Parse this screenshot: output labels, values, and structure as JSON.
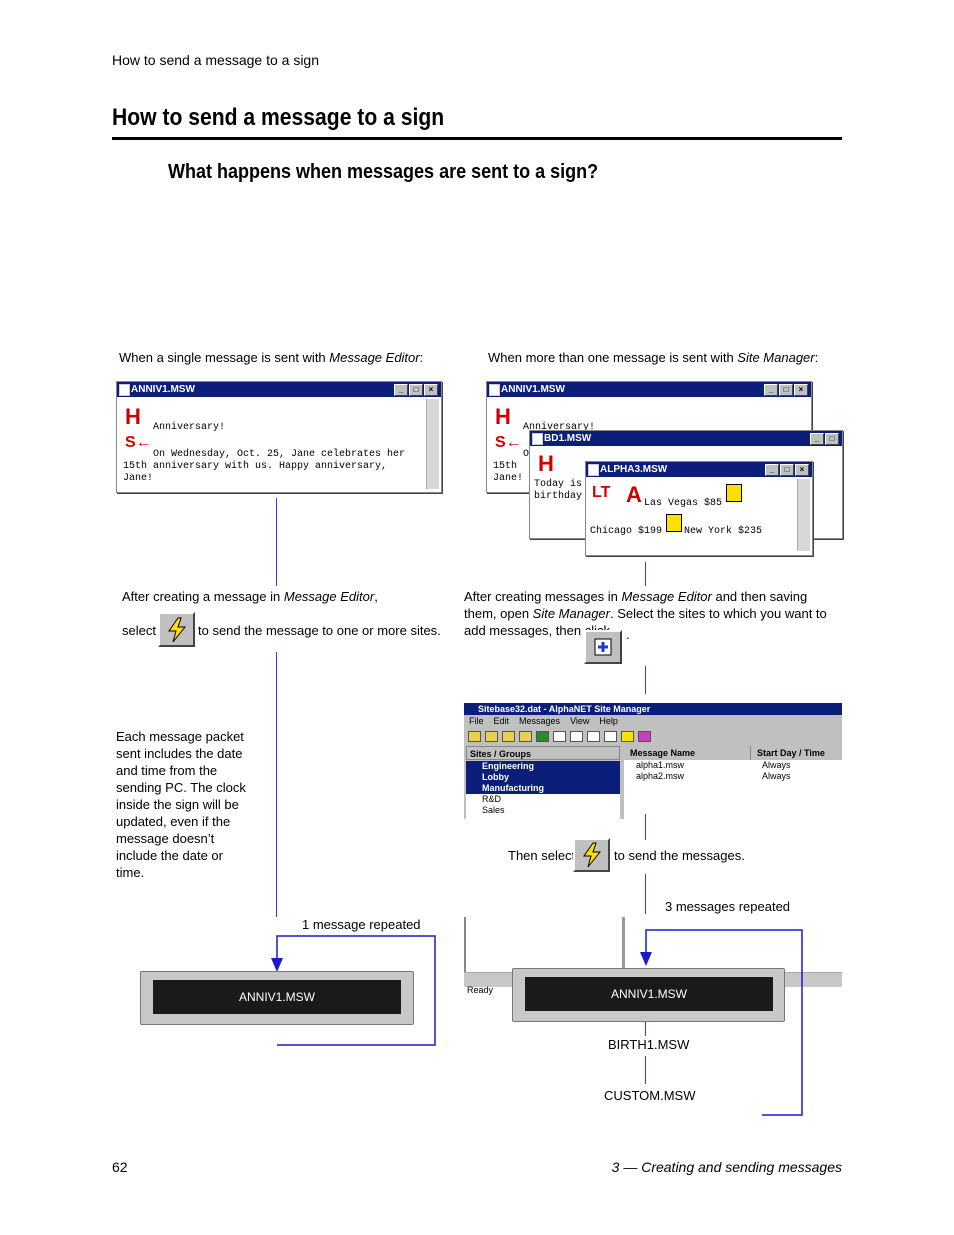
{
  "page": {
    "running_header": "How to send a message to a sign",
    "title": "How to send a message to a sign",
    "subtitle": "What happens when messages are sent to a sign?",
    "page_number": "62",
    "chapter": "3 — Creating and sending messages"
  },
  "left": {
    "caption_pre": "When a single message is sent with ",
    "caption_app": "Message Editor",
    "caption_post": ":",
    "window_title": "ANNIV1.MSW",
    "msg_line1": "Anniversary!",
    "msg_line2": "On Wednesday, Oct. 25, Jane celebrates her",
    "msg_line3": "15th anniversary with us. Happy anniversary,",
    "msg_line4": "Jane!",
    "after_pre": "After creating a message in ",
    "after_app": "Message Editor",
    "after_post": ",",
    "select_label": "select",
    "select_post": "to send the message to one or more sites.",
    "packet_note": "Each message packet sent includes the date and time from the sending PC. The clock inside the sign will be updated, even if the message doesn’t include the date or time.",
    "repeat_label": "1 message repeated",
    "sign_text": "ANNIV1.MSW"
  },
  "right": {
    "caption_pre": "When more than one message is sent with ",
    "caption_app": "Site Manager",
    "caption_post": ":",
    "win1_title": "ANNIV1.MSW",
    "win1_line1": "Anniversary!",
    "win1_line2": "O",
    "win1_line3": "15th",
    "win1_line4": "Jane!",
    "win2_title": "BD1.MSW",
    "win2_line1": "Today is",
    "win2_line2": "birthday",
    "win3_title": "ALPHA3.MSW",
    "win3_text1": "Las Vegas $85",
    "win3_text2": "Chicago $199",
    "win3_text3": "New York $235",
    "after_text": "After creating messages in ",
    "after_app1": "Message Editor",
    "after_mid": " and then saving them, open ",
    "after_app2": "Site Manager",
    "after_post": ". Select the sites to which you want to add messages, then click",
    "after_end": ".",
    "sm_title": "Sitebase32.dat - AlphaNET Site Manager",
    "menu": [
      "File",
      "Edit",
      "Messages",
      "View",
      "Help"
    ],
    "sites_header": "Sites / Groups",
    "sites": [
      "Engineering",
      "Lobby",
      "Manufacturing",
      "R&D",
      "Sales"
    ],
    "col_msg": "Message Name",
    "col_start": "Start Day / Time",
    "rows": [
      {
        "name": "alpha1.msw",
        "start": "Always"
      },
      {
        "name": "alpha2.msw",
        "start": "Always"
      }
    ],
    "status": "Ready",
    "then_pre": "Then select",
    "then_post": "to send the messages.",
    "repeat_label": "3 messages repeated",
    "sign_text": "ANNIV1.MSW",
    "seq2": "BIRTH1.MSW",
    "seq3": "CUSTOM.MSW"
  },
  "colors": {
    "line": "#3a3acc",
    "titlebar": "#0a1e7a",
    "accent_red": "#d00000"
  }
}
